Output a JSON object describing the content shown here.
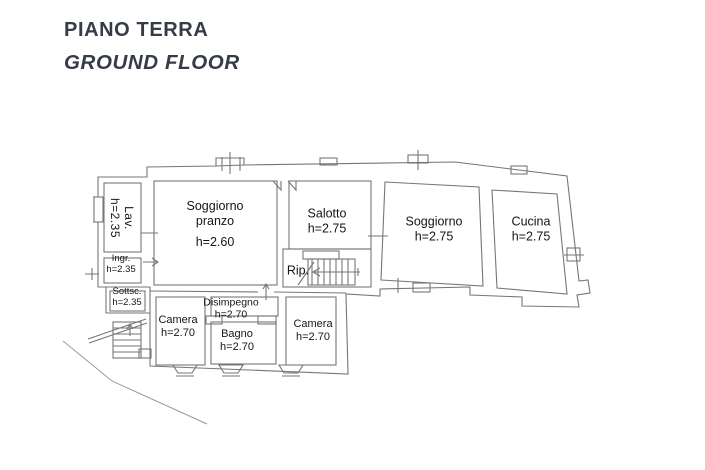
{
  "title": {
    "italian": "PIANO TERRA",
    "english": "GROUND FLOOR"
  },
  "colors": {
    "title_text": "#353b47",
    "plan_line": "#767676",
    "terrain_line": "#9a9a9a",
    "label_text": "#151515",
    "background": "#ffffff"
  },
  "plan": {
    "rooms": [
      {
        "id": "lav",
        "name": "Lav.",
        "height_label": "h=2.35"
      },
      {
        "id": "soggiorno-pranzo",
        "name": "Soggiorno",
        "name2": "pranzo",
        "height_label": "h=2.60"
      },
      {
        "id": "salotto",
        "name": "Salotto",
        "height_label": "h=2.75"
      },
      {
        "id": "soggiorno",
        "name": "Soggiorno",
        "height_label": "h=2.75"
      },
      {
        "id": "cucina",
        "name": "Cucina",
        "height_label": "h=2.75"
      },
      {
        "id": "ingresso",
        "name": "Ingr.",
        "height_label": "h=2.35"
      },
      {
        "id": "sottoscala",
        "name": "Sottsc.",
        "height_label": "h=2.35"
      },
      {
        "id": "ripostiglio",
        "name": "Rip."
      },
      {
        "id": "camera-1",
        "name": "Camera",
        "height_label": "h=2.70"
      },
      {
        "id": "disimpegno",
        "name": "Disimpegno",
        "height_label": "h=2.70"
      },
      {
        "id": "bagno",
        "name": "Bagno",
        "height_label": "h=2.70"
      },
      {
        "id": "camera-2",
        "name": "Camera",
        "height_label": "h=2.70"
      }
    ]
  }
}
